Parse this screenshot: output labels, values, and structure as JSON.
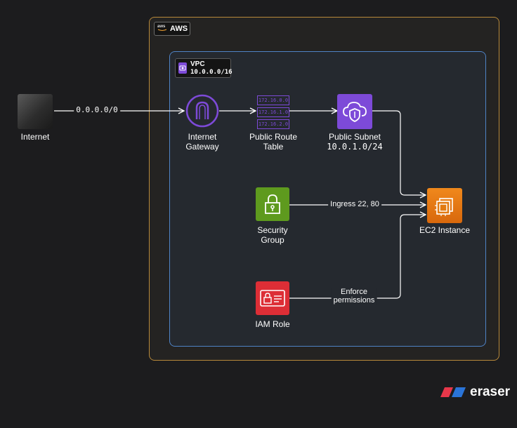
{
  "groups": {
    "aws": {
      "label": "AWS",
      "logo_text": "aws"
    },
    "vpc": {
      "label": "VPC",
      "cidr": "10.0.0.0/16"
    }
  },
  "nodes": {
    "internet": {
      "label": "Internet"
    },
    "internet_gateway": {
      "line1": "Internet",
      "line2": "Gateway"
    },
    "route_table": {
      "line1": "Public Route",
      "line2": "Table",
      "rows": [
        "172.16.0.0",
        "172.16.1.0",
        "172.16.2.0"
      ]
    },
    "public_subnet": {
      "line1": "Public Subnet",
      "line2": "10.0.1.0/24"
    },
    "security_group": {
      "line1": "Security",
      "line2": "Group"
    },
    "iam_role": {
      "label": "IAM Role"
    },
    "ec2": {
      "label": "EC2 Instance"
    }
  },
  "edges": {
    "internet_to_gateway": "0.0.0.0/0",
    "sg_to_ec2": "Ingress 22, 80",
    "iam_to_ec2_line1": "Enforce",
    "iam_to_ec2_line2": "permissions"
  },
  "colors": {
    "background": "#1c1c1e",
    "aws_border": "#b8893a",
    "vpc_border": "#4f83c6",
    "network_purple": "#7d4ad8",
    "security_green": "#5e9a1e",
    "iam_red": "#dd2e36",
    "compute_orange": "#e8780f"
  },
  "brand": {
    "name": "eraser"
  }
}
